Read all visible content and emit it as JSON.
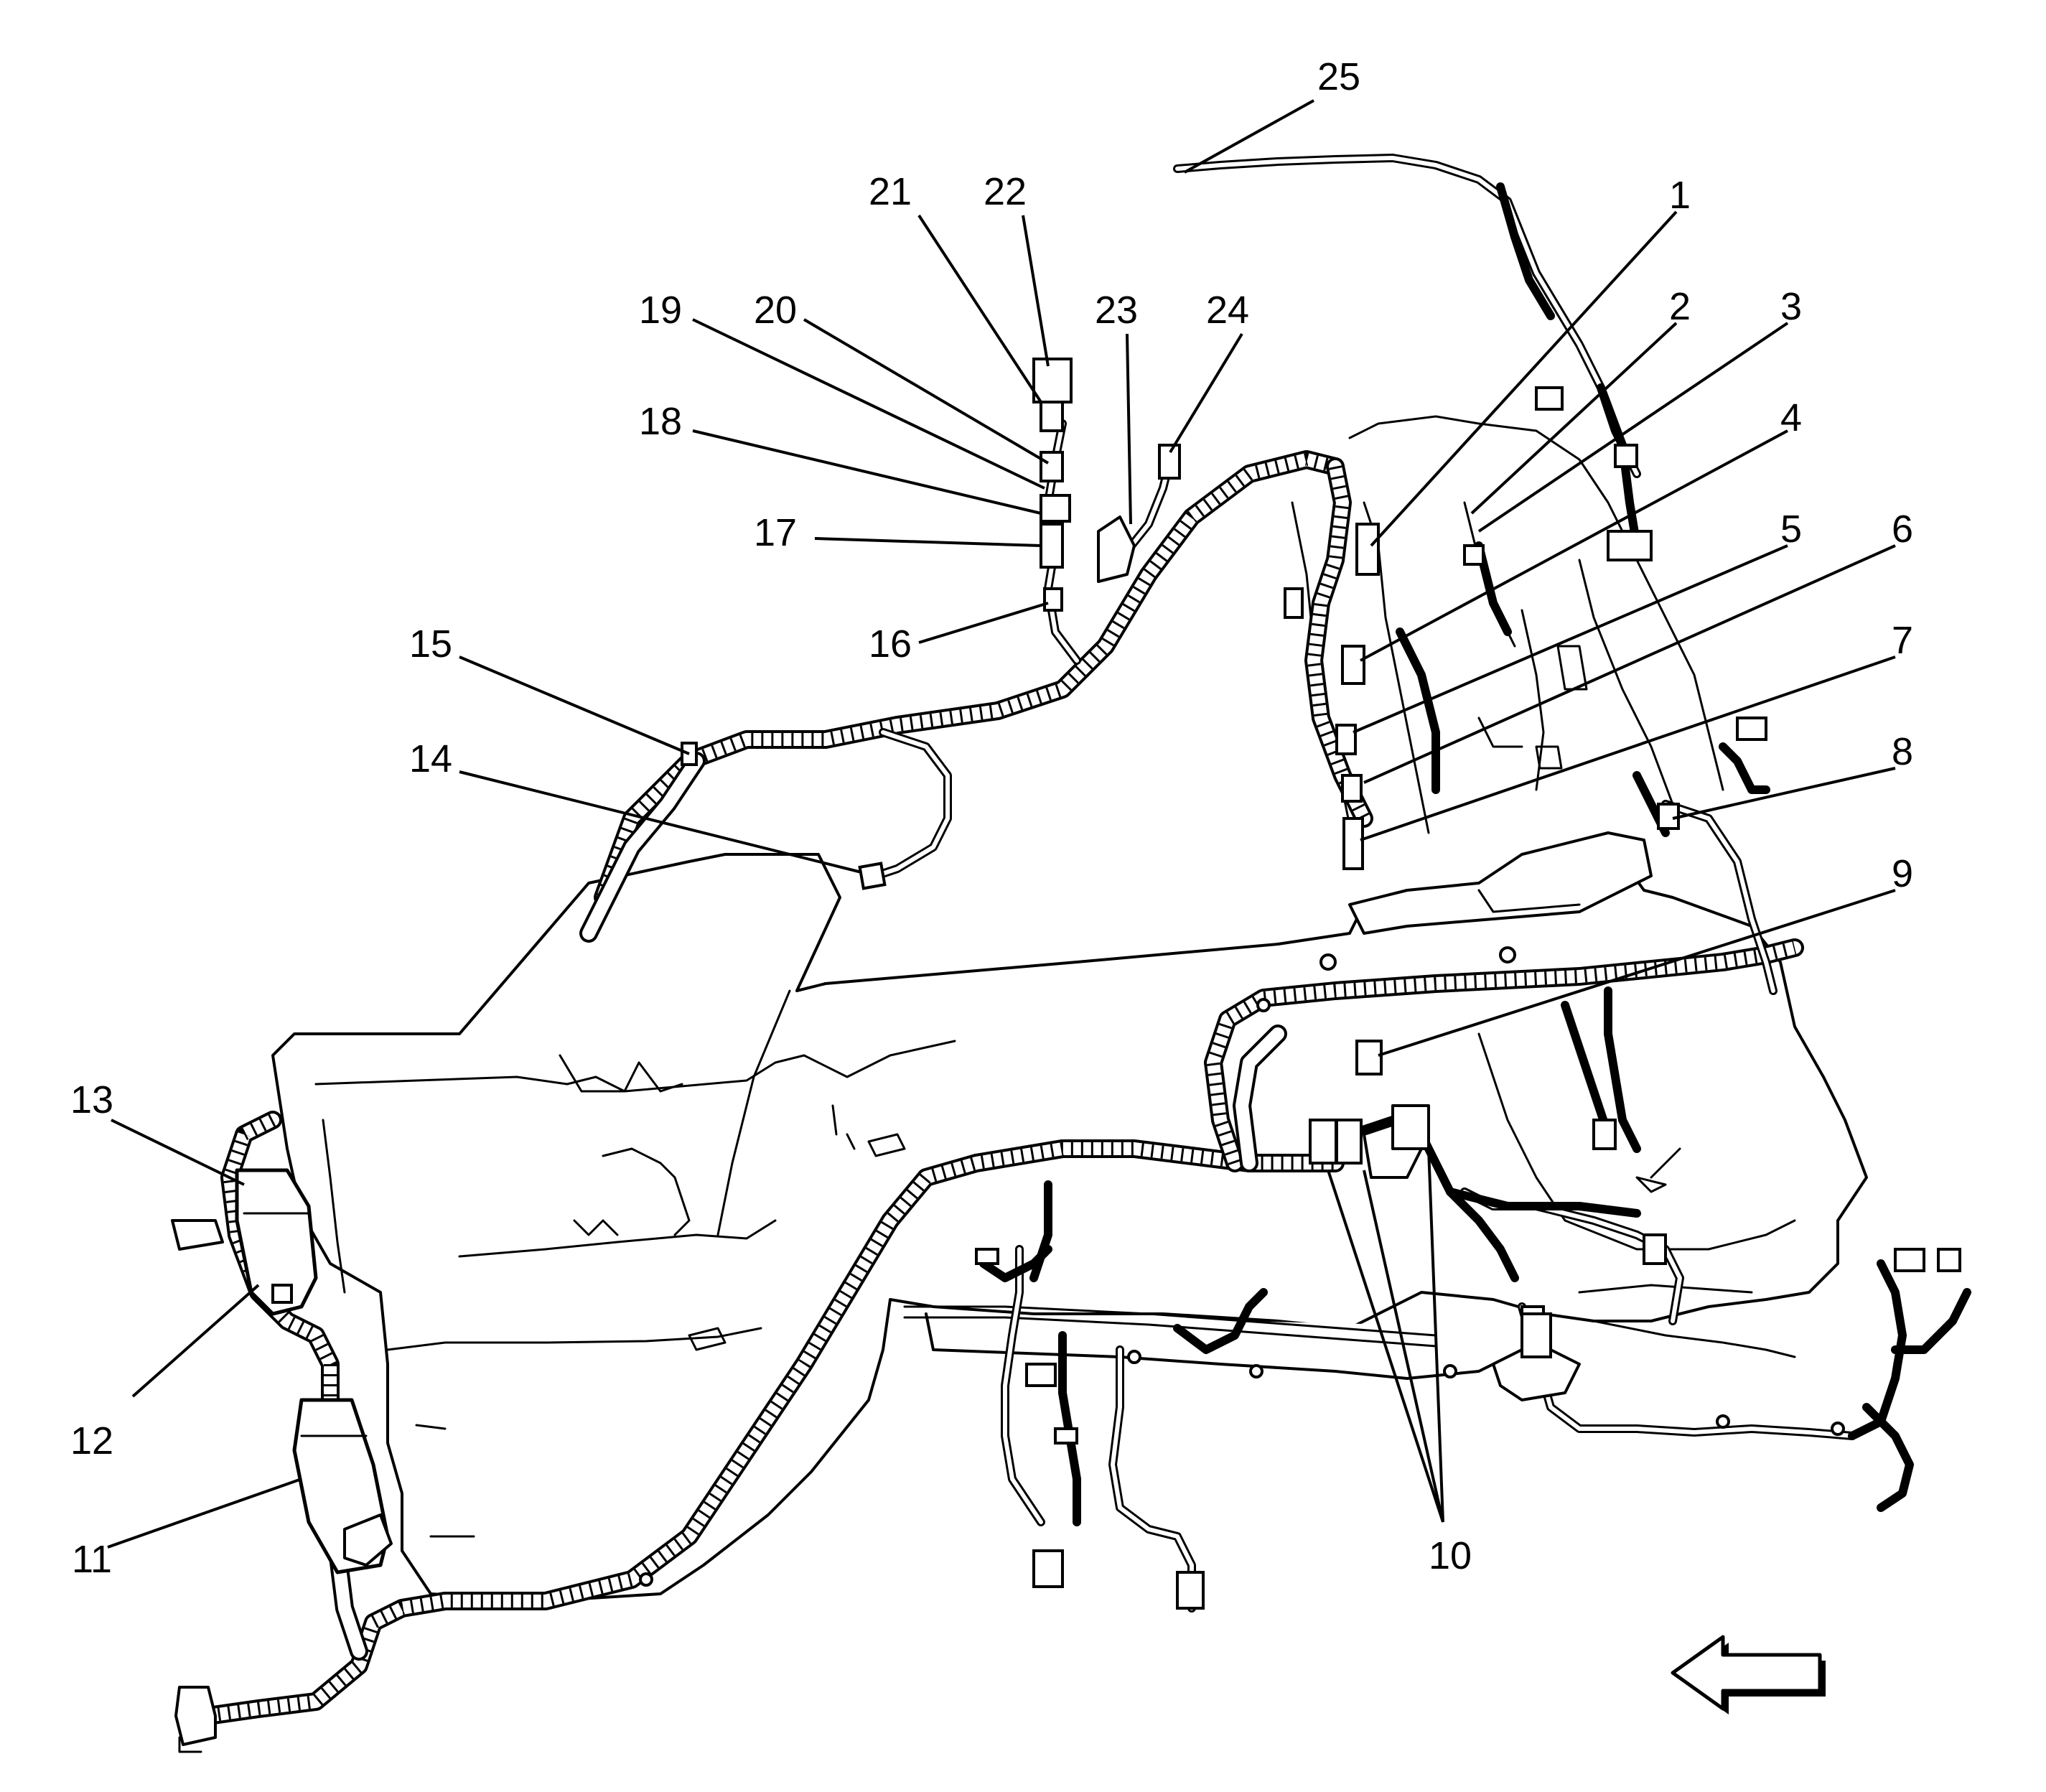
{
  "callouts": [
    {
      "id": "1",
      "label": "1"
    },
    {
      "id": "2",
      "label": "2"
    },
    {
      "id": "3",
      "label": "3"
    },
    {
      "id": "4",
      "label": "4"
    },
    {
      "id": "5",
      "label": "5"
    },
    {
      "id": "6",
      "label": "6"
    },
    {
      "id": "7",
      "label": "7"
    },
    {
      "id": "8",
      "label": "8"
    },
    {
      "id": "9",
      "label": "9"
    },
    {
      "id": "10",
      "label": "10"
    },
    {
      "id": "11",
      "label": "11"
    },
    {
      "id": "12",
      "label": "12"
    },
    {
      "id": "13",
      "label": "13"
    },
    {
      "id": "14",
      "label": "14"
    },
    {
      "id": "15",
      "label": "15"
    },
    {
      "id": "16",
      "label": "16"
    },
    {
      "id": "17",
      "label": "17"
    },
    {
      "id": "18",
      "label": "18"
    },
    {
      "id": "19",
      "label": "19"
    },
    {
      "id": "20",
      "label": "20"
    },
    {
      "id": "21",
      "label": "21"
    },
    {
      "id": "22",
      "label": "22"
    },
    {
      "id": "23",
      "label": "23"
    },
    {
      "id": "24",
      "label": "24"
    },
    {
      "id": "25",
      "label": "25"
    }
  ],
  "direction_arrow": {
    "icon": "left-arrow-icon"
  }
}
